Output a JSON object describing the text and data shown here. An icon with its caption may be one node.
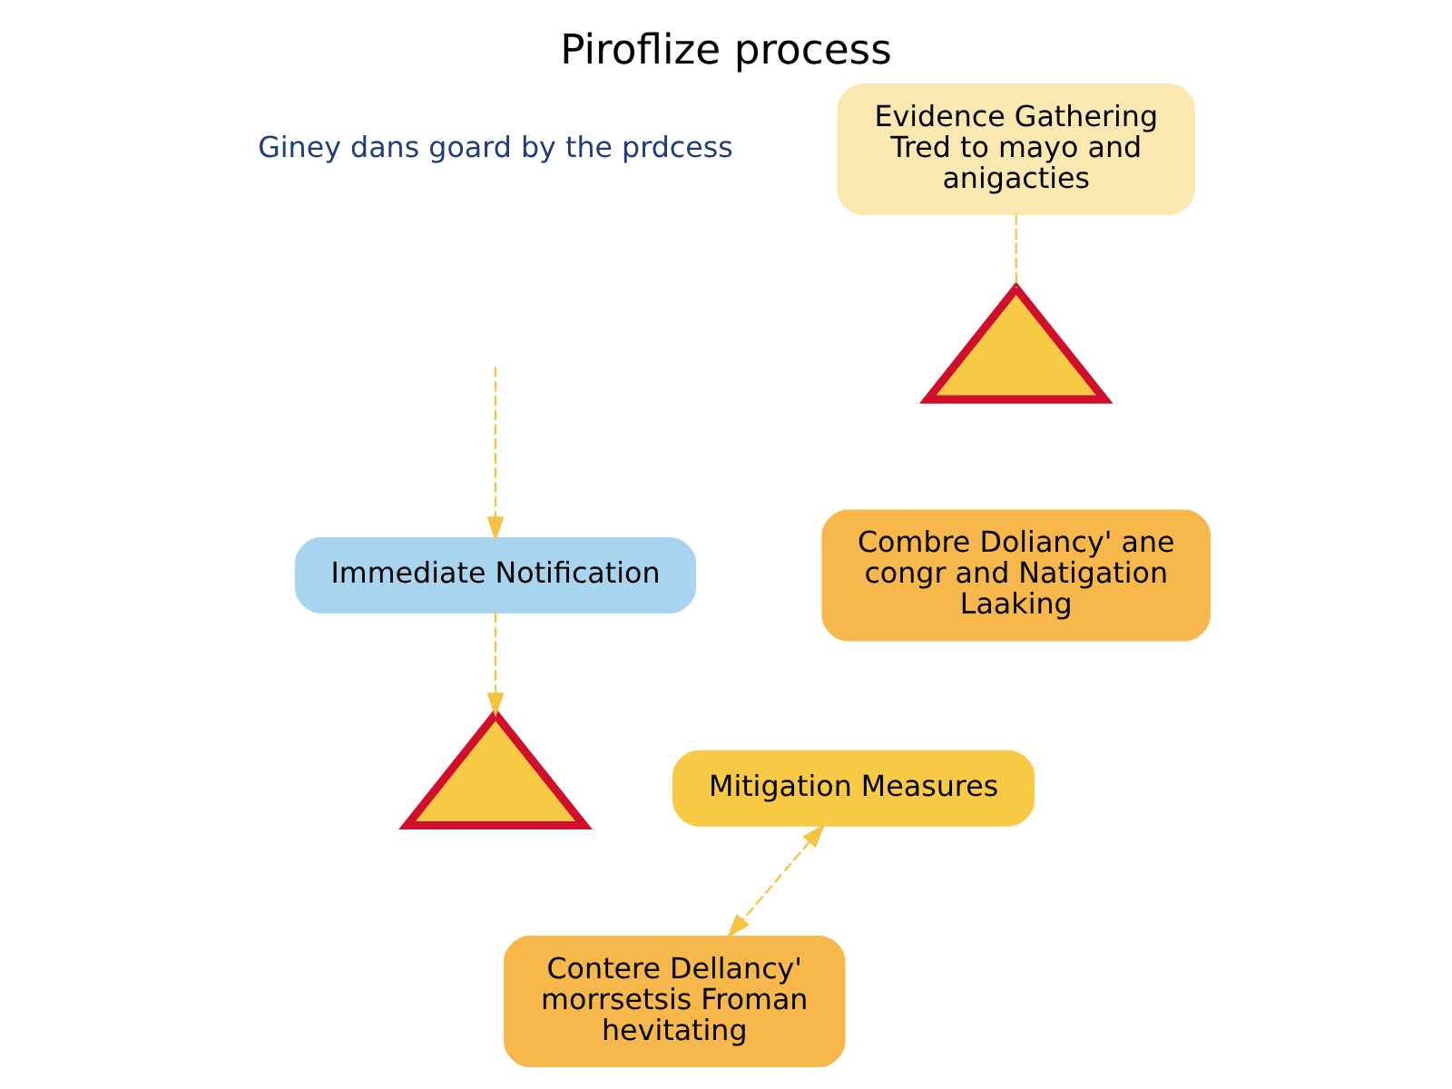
{
  "diagram": {
    "title": "Piroflize process",
    "nodes": [
      {
        "text": [
          "Immediate Notification"
        ]
      },
      {
        "text": [],
        "shape": "triangle"
      },
      {
        "text": [
          "Contere Dellancy' morrsetsis Froman hevitating"
        ]
      },
      {
        "text": [
          "Evidence Gathering",
          "Tred to mayo and anigacties"
        ]
      },
      {
        "text": [
          "Mitigation Measures"
        ]
      },
      {
        "text": [],
        "shape": "triangle"
      },
      {
        "text": [
          "Combre Doliancy' ane congr and Natigation Laaking"
        ]
      }
    ],
    "edges": [
      {
        "from": null,
        "to": 0,
        "arrow": "to",
        "style": "dashed"
      },
      {
        "from": 0,
        "to": 1,
        "arrow": "to",
        "style": "dashed"
      },
      {
        "from": 4,
        "to": 2,
        "arrow": "both",
        "style": "dashed"
      },
      {
        "from": 3,
        "to": 5,
        "arrow": "none",
        "style": "dashed"
      }
    ],
    "labels": [
      "Giney dans goard by the prdcess"
    ]
  }
}
